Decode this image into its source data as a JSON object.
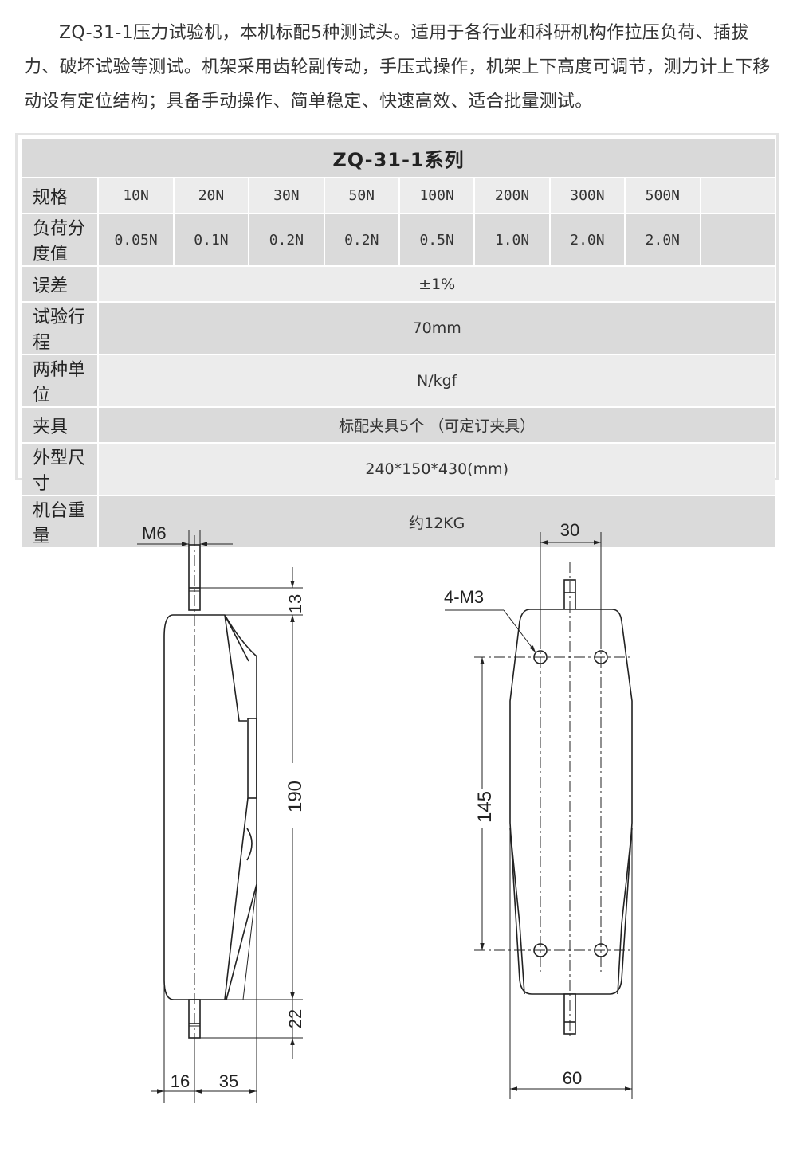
{
  "intro": "ZQ-31-1压力试验机，本机标配5种测试头。适用于各行业和科研机构作拉压负荷、插拔力、破坏试验等测试。机架采用齿轮副传动，手压式操作，机架上下高度可调节，测力计上下移动设有定位结构；具备手动操作、简单稳定、快速高效、适合批量测试。",
  "table": {
    "title": "ZQ-31-1系列",
    "spec_label": "规格",
    "specs": [
      "10N",
      "20N",
      "30N",
      "50N",
      "100N",
      "200N",
      "300N",
      "500N"
    ],
    "division_label": "负荷分度值",
    "divisions": [
      "0.05N",
      "0.1N",
      "0.2N",
      "0.2N",
      "0.5N",
      "1.0N",
      "2.0N",
      "2.0N"
    ],
    "rows": [
      {
        "label": "误差",
        "value": "±1%"
      },
      {
        "label": "试验行程",
        "value": "70mm"
      },
      {
        "label": "两种单位",
        "value": "N/kgf"
      },
      {
        "label": "夹具",
        "value": "标配夹具5个  （可定订夹具）"
      },
      {
        "label": "外型尺寸",
        "value": "240*150*430(mm)"
      },
      {
        "label": "机台重量",
        "value": "约12KG"
      }
    ]
  },
  "drawing": {
    "left": {
      "thread": "M6",
      "dim_top": "13",
      "dim_body": "190",
      "dim_bottom": "22",
      "dim_w1": "16",
      "dim_w2": "35"
    },
    "right": {
      "holes": "4-M3",
      "dim_top": "30",
      "dim_holes": "145",
      "dim_width": "60"
    }
  }
}
